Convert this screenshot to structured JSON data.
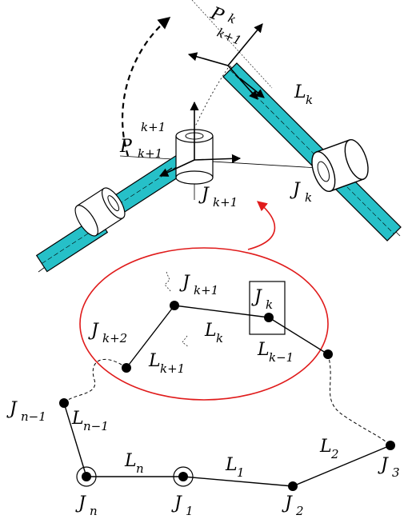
{
  "top_view": {
    "frame_upper": {
      "p": "P",
      "sup": "k",
      "sub": "k+1"
    },
    "frame_lower": {
      "p": "P",
      "sup": "k+1",
      "sub": "k+1"
    },
    "link_k": {
      "base": "L",
      "sub": "k"
    },
    "joint_k": {
      "base": "J",
      "sub": "k"
    },
    "joint_k1": {
      "base": "J",
      "sub": "k+1"
    },
    "link_color": "#26c0c8"
  },
  "chain": {
    "highlight_color": "#e01b1b",
    "joints": {
      "j_k1": {
        "base": "J",
        "sub": "k+1"
      },
      "j_k": {
        "base": "J",
        "sub": "k"
      },
      "j_k2": {
        "base": "J",
        "sub": "k+2"
      },
      "j_n1": {
        "base": "J",
        "sub": "n−1"
      },
      "j_n": {
        "base": "J",
        "sub": "n"
      },
      "j_1": {
        "base": "J",
        "sub": "1"
      },
      "j_2": {
        "base": "J",
        "sub": "2"
      },
      "j_3": {
        "base": "J",
        "sub": "3"
      }
    },
    "links": {
      "l_k": {
        "base": "L",
        "sub": "k"
      },
      "l_k1": {
        "base": "L",
        "sub": "k+1"
      },
      "l_km1": {
        "base": "L",
        "sub": "k−1"
      },
      "l_n1": {
        "base": "L",
        "sub": "n−1"
      },
      "l_n": {
        "base": "L",
        "sub": "n"
      },
      "l_1": {
        "base": "L",
        "sub": "1"
      },
      "l_2": {
        "base": "L",
        "sub": "2"
      }
    }
  }
}
